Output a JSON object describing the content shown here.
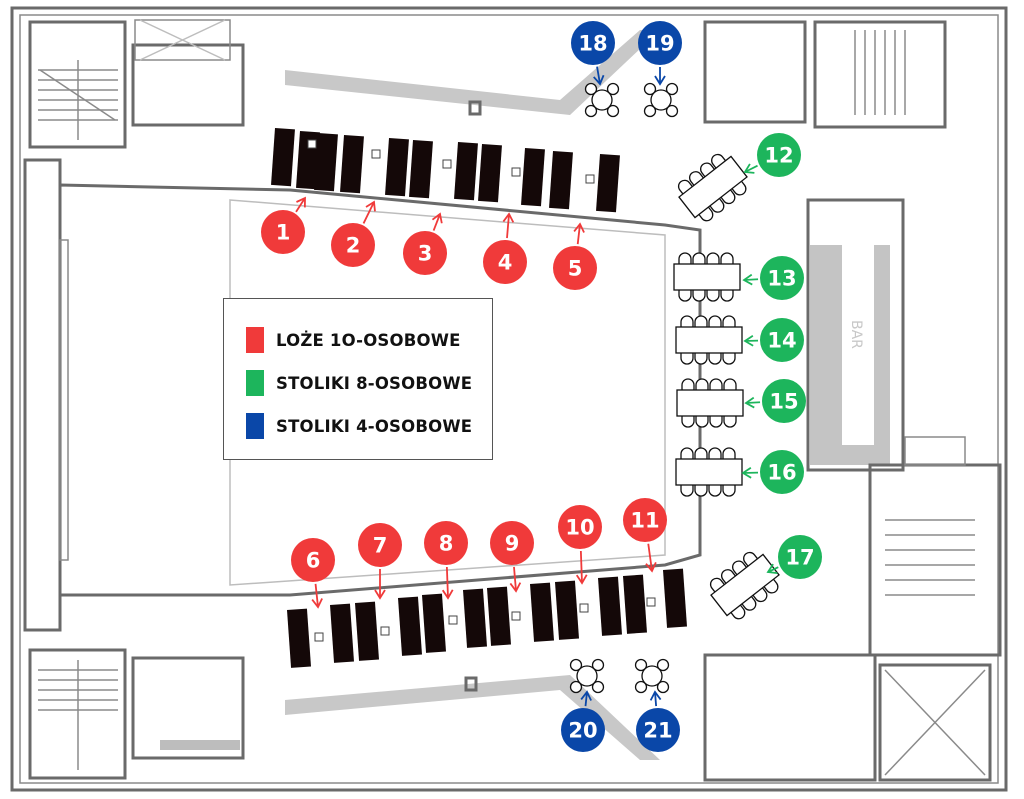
{
  "colors": {
    "loge": "#f03a3a",
    "table8": "#1db55c",
    "table4": "#0a47a8"
  },
  "legend": {
    "items": [
      {
        "label": "LOŻE 1O-OSOBOWE",
        "color": "#f03a3a"
      },
      {
        "label": "STOLIKI 8-OSOBOWE",
        "color": "#1db55c"
      },
      {
        "label": "STOLIKI 4-OSOBOWE",
        "color": "#0a47a8"
      }
    ]
  },
  "bar_label": "BAR",
  "markers": [
    {
      "num": "1",
      "type": "loge"
    },
    {
      "num": "2",
      "type": "loge"
    },
    {
      "num": "3",
      "type": "loge"
    },
    {
      "num": "4",
      "type": "loge"
    },
    {
      "num": "5",
      "type": "loge"
    },
    {
      "num": "6",
      "type": "loge"
    },
    {
      "num": "7",
      "type": "loge"
    },
    {
      "num": "8",
      "type": "loge"
    },
    {
      "num": "9",
      "type": "loge"
    },
    {
      "num": "10",
      "type": "loge"
    },
    {
      "num": "11",
      "type": "loge"
    },
    {
      "num": "12",
      "type": "table8"
    },
    {
      "num": "13",
      "type": "table8"
    },
    {
      "num": "14",
      "type": "table8"
    },
    {
      "num": "15",
      "type": "table8"
    },
    {
      "num": "16",
      "type": "table8"
    },
    {
      "num": "17",
      "type": "table8"
    },
    {
      "num": "18",
      "type": "table4"
    },
    {
      "num": "19",
      "type": "table4"
    },
    {
      "num": "20",
      "type": "table4"
    },
    {
      "num": "21",
      "type": "table4"
    }
  ]
}
